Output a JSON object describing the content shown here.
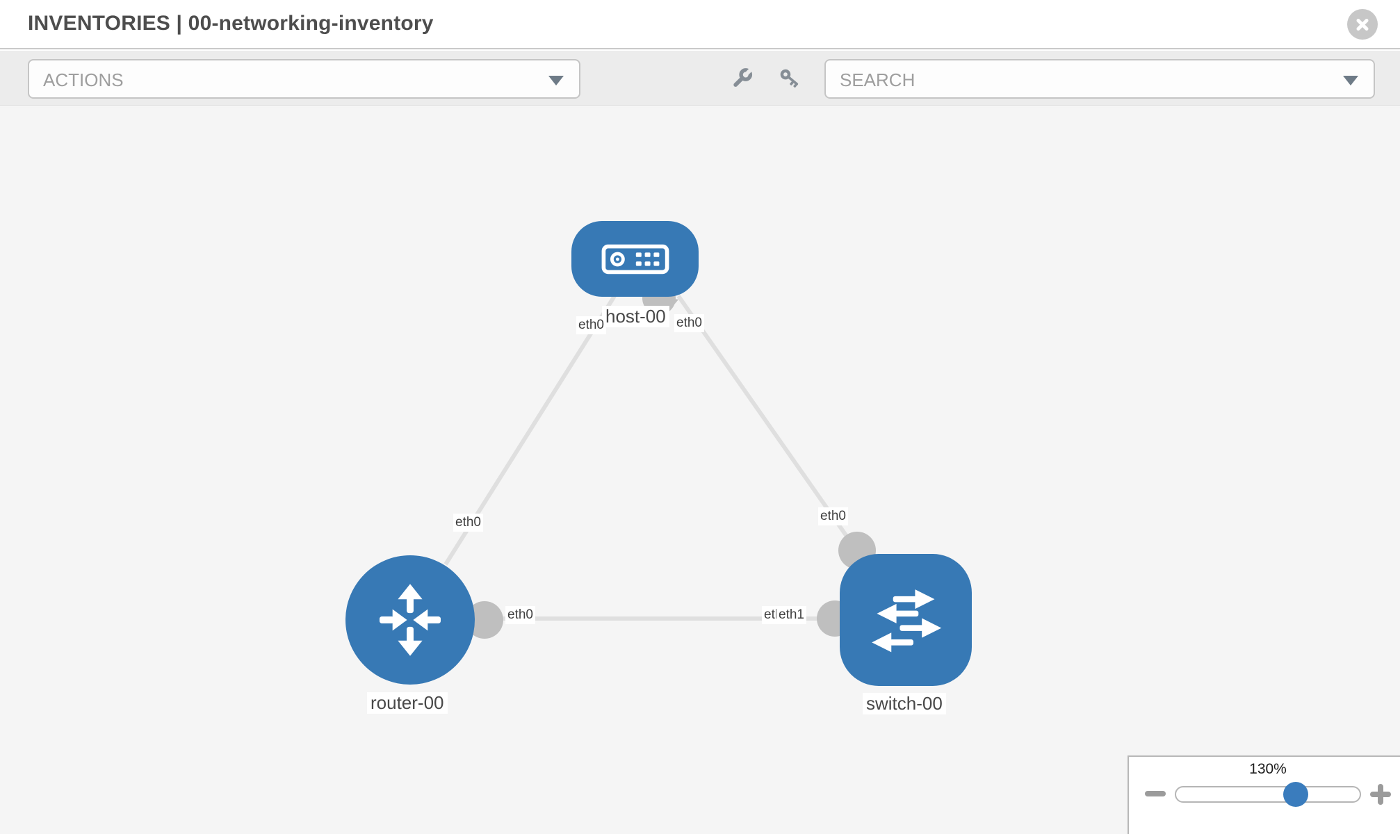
{
  "colors": {
    "node_blue": "#3779b5",
    "knob_blue": "#3a7cbd",
    "interface_gray": "#bfbfbf",
    "link_gray": "#dfdfdf",
    "toolbar_bg": "#ececec",
    "canvas_bg": "#f5f5f5",
    "icon_gray": "#868e96",
    "title_gray": "#4d4d4d"
  },
  "header": {
    "title": "INVENTORIES | 00-networking-inventory"
  },
  "toolbar": {
    "actions": {
      "placeholder": "ACTIONS"
    },
    "search": {
      "placeholder": "SEARCH"
    },
    "icons": [
      "wrench",
      "key"
    ]
  },
  "canvas": {
    "nodes": [
      {
        "label": "host-00",
        "type": "host"
      },
      {
        "label": "router-00",
        "type": "router"
      },
      {
        "label": "switch-00",
        "type": "switch"
      }
    ],
    "interface_labels": [
      {
        "text": "eth0",
        "at": "host-left"
      },
      {
        "text": "eth0",
        "at": "host-right"
      },
      {
        "text": "eth0",
        "at": "router-top"
      },
      {
        "text": "eth0",
        "at": "router-right"
      },
      {
        "text": "eth0",
        "at": "switch-left-under"
      },
      {
        "text": "eth1",
        "at": "switch-left-over"
      },
      {
        "text": "eth0",
        "at": "switch-top"
      }
    ],
    "links": [
      {
        "from": "host-00",
        "to": "router-00"
      },
      {
        "from": "host-00",
        "to": "switch-00"
      },
      {
        "from": "router-00",
        "to": "switch-00"
      }
    ]
  },
  "zoom_panel": {
    "level": "130%",
    "minus_label": "-",
    "plus_label": "+"
  }
}
